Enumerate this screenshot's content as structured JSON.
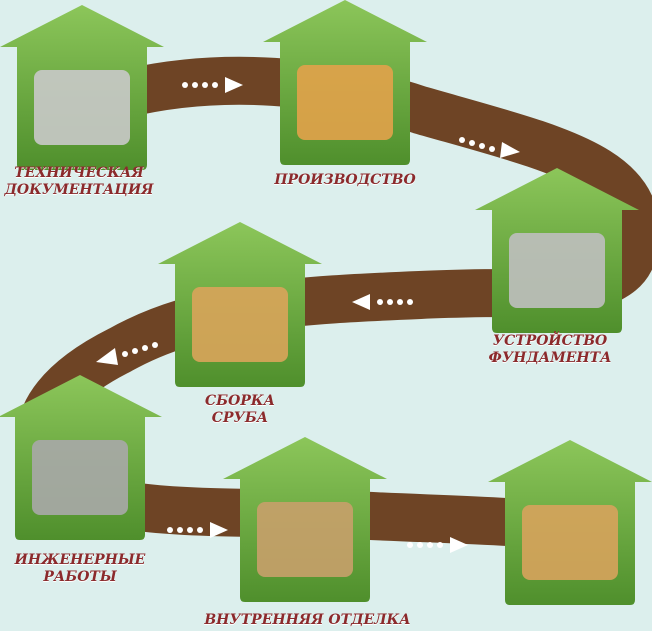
{
  "colors": {
    "background": "#dcefed",
    "road": "#6e4425",
    "house": "#6aab3e",
    "label": "#8b2a2c"
  },
  "steps": [
    {
      "line1": "ТЕХНИЧЕСКАЯ",
      "line2": "ДОКУМЕНТАЦИЯ",
      "icon": "drafting-tools-icon"
    },
    {
      "line1": "ПРОИЗВОДСТВО",
      "line2": "",
      "icon": "log-saw-icon"
    },
    {
      "line1": "УСТРОЙСТВО",
      "line2": "ФУНДАМЕНТА",
      "icon": "foundation-blocks-icon"
    },
    {
      "line1": "СБОРКА",
      "line2": "СРУБА",
      "icon": "log-frame-icon"
    },
    {
      "line1": "ИНЖЕНЕРНЫЕ",
      "line2": "РАБОТЫ",
      "icon": "pipe-valve-icon"
    },
    {
      "line1": "ВНУТРЕННЯЯ ОТДЕЛКА",
      "line2": "",
      "icon": "fireplace-interior-icon"
    },
    {
      "line1": "",
      "line2": "",
      "icon": "finished-house-icon"
    }
  ]
}
